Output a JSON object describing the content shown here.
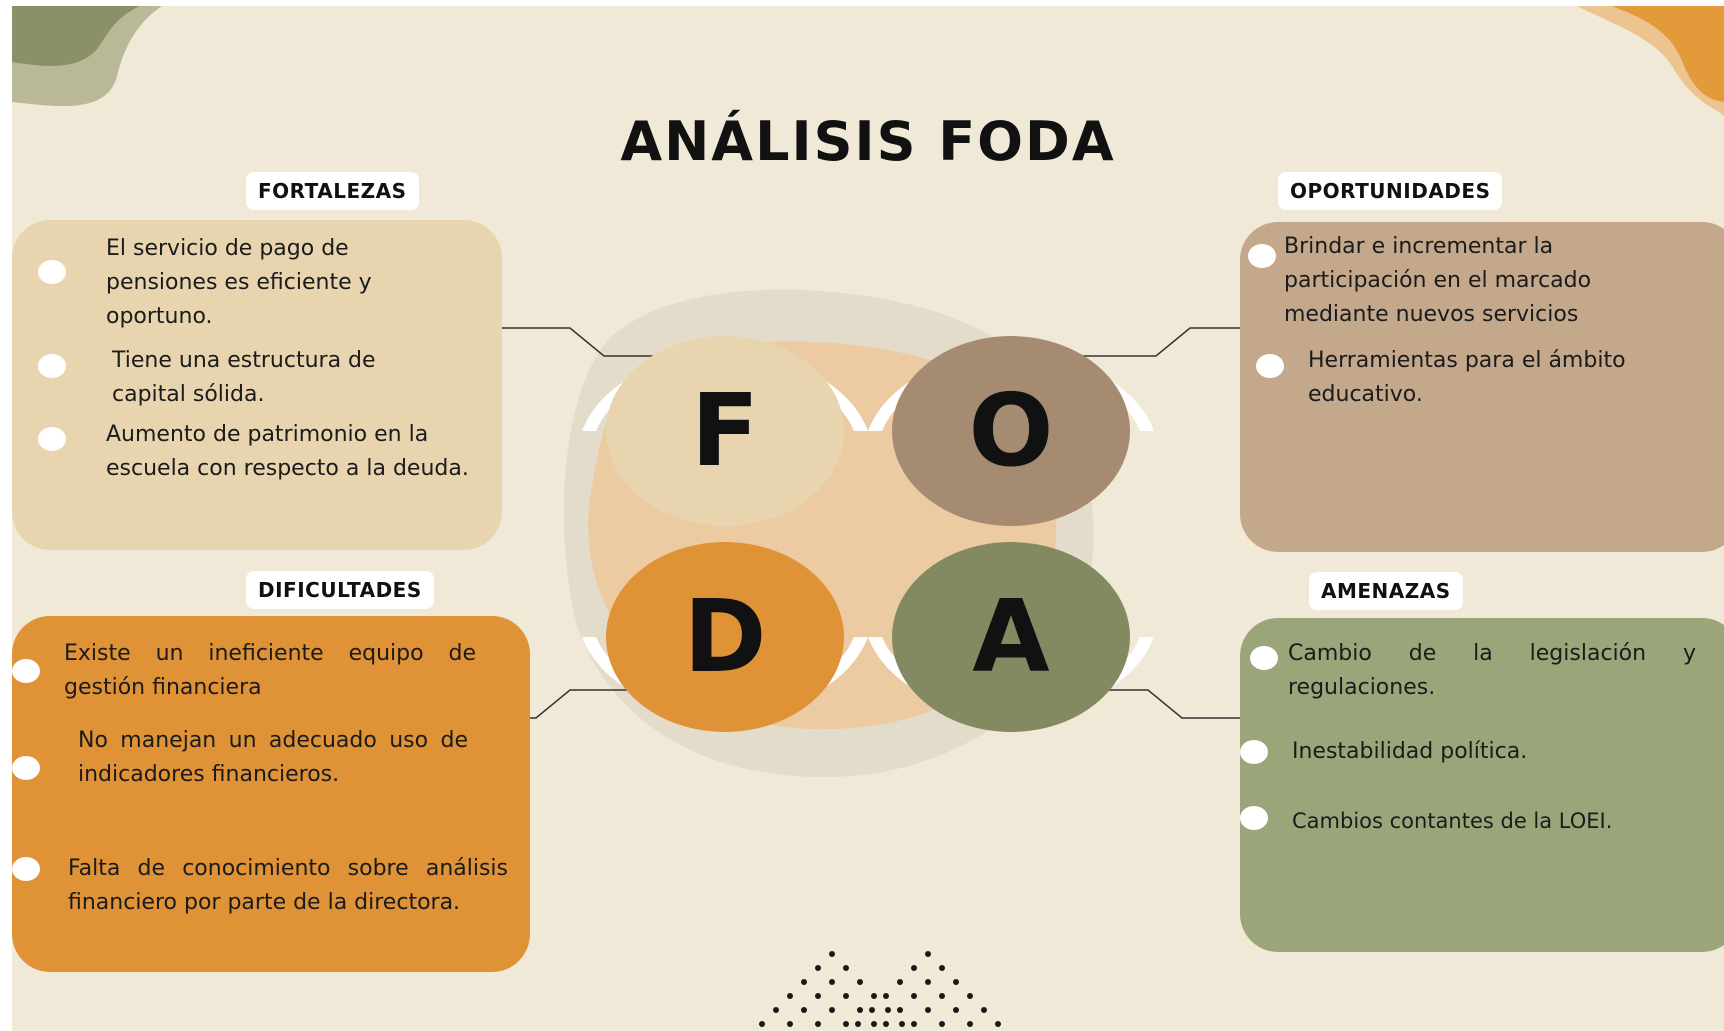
{
  "title": "ANÁLISIS FODA",
  "colors": {
    "background": "#f1e9d8",
    "fortalezas": "#e8d5b0",
    "oportunidades": "#c4a88c",
    "dificultades": "#e09236",
    "amenazas": "#9ba57a",
    "circle_f": "#e8d4ae",
    "circle_o": "#a68b73",
    "circle_d": "#e09236",
    "circle_a": "#838a62"
  },
  "letters": {
    "f": "F",
    "o": "O",
    "d": "D",
    "a": "A"
  },
  "sections": {
    "fortalezas": {
      "label": "FORTALEZAS",
      "items": [
        "El servicio de pago de pensiones es eficiente y oportuno.",
        "Tiene una estructura de capital sólida.",
        "Aumento de patrimonio en la escuela con respecto a la deuda."
      ]
    },
    "oportunidades": {
      "label": "OPORTUNIDADES",
      "items": [
        "Brindar e incrementar la participación en el marcado mediante nuevos servicios",
        "Herramientas para el ámbito educativo."
      ]
    },
    "dificultades": {
      "label": "DIFICULTADES",
      "items": [
        "Existe un ineficiente equipo de gestión financiera",
        "No manejan un adecuado uso de indicadores financieros.",
        "Falta de conocimiento sobre análisis financiero por parte de la directora."
      ]
    },
    "amenazas": {
      "label": "AMENAZAS",
      "items": [
        "Cambio de la legislación y regulaciones.",
        "Inestabilidad política.",
        "Cambios contantes de la LOEI."
      ]
    }
  }
}
